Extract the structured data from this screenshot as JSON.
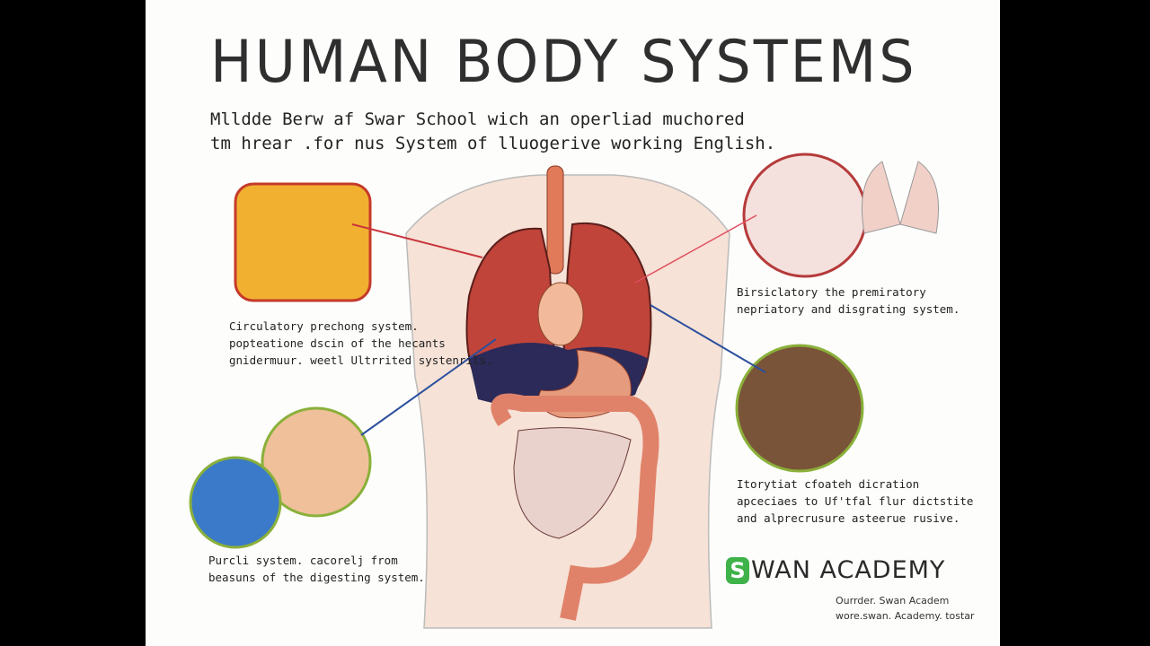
{
  "title": "HUMAN BODY SYSTEMS",
  "subtitle": [
    "Mlldde Berw af Swar School wich an operliad muchored",
    "tm hrear .for nus System of lluogerive working English."
  ],
  "captions": {
    "circulatory": [
      "Circulatory prechong system.",
      "popteatione dscin of the hecants",
      "gnidermuur. weetl Ultrrited systenrils."
    ],
    "respiratory": [
      "Birsiclatory the premiratory",
      "nepriatory and disgrating system."
    ],
    "digestive_right": [
      "Itorytiat cfoateh dicration",
      "apceciaes to Uf'tfal flur dictstite",
      "and alprecrusure asteerue rusive."
    ],
    "digestive_left": [
      "Purcli system. cacorelj from",
      "beasuns of the digesting system."
    ]
  },
  "brand": {
    "letter": "S",
    "name": "WAN ACADEMY",
    "lines": [
      "Ourrder. Swan Academ",
      "wore.swan. Academy. tostar"
    ]
  },
  "colors": {
    "brand_green": "#3fb24a",
    "lung": "#c0443a",
    "arrow_red": "#c8343a",
    "arrow_blue": "#2b4f9e"
  }
}
